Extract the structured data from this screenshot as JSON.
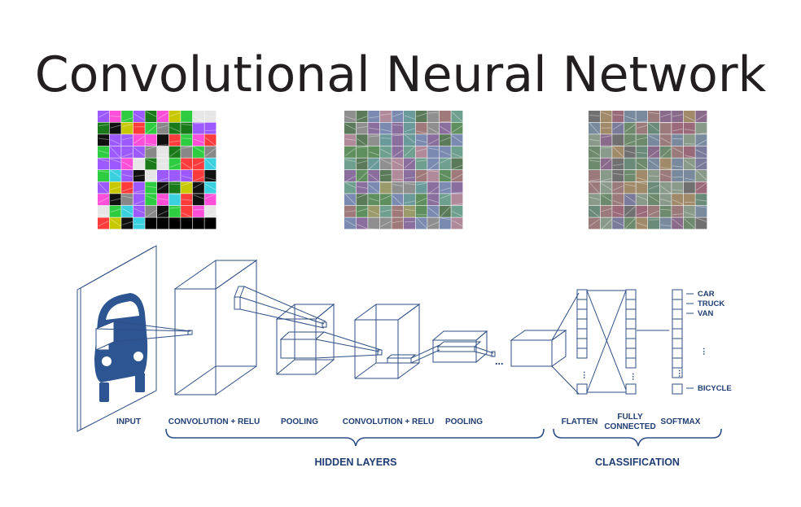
{
  "title": "Convolutional Neural Network",
  "colors": {
    "title": "#231f20",
    "diagram": "#1f3d73",
    "line": "#2f4f86",
    "car": "#2c5591"
  },
  "feature_maps": [
    {
      "name": "low-level-filters",
      "palette": [
        "#2ecc40",
        "#e6e6e6",
        "#ff4fd8",
        "#3ad0e0",
        "#9b59ff",
        "#c8c800",
        "#1a7a1a",
        "#ff3b3b",
        "#888888",
        "#111111"
      ]
    },
    {
      "name": "mid-level-features",
      "palette": [
        "#5f8f5f",
        "#8a6f9e",
        "#6f9f8f",
        "#a07a7a",
        "#7a8ab0",
        "#9a9a6a",
        "#6a9a9a",
        "#8f8f8f",
        "#b08a9a",
        "#5a7a5a"
      ]
    },
    {
      "name": "high-level-features",
      "palette": [
        "#6e8a6e",
        "#9a7a7a",
        "#7a8a9e",
        "#8a6a8a",
        "#6a8a7a",
        "#a08a6a",
        "#7a7a9a",
        "#8a9a8a",
        "#9a6a7a",
        "#707070"
      ]
    }
  ],
  "layers": {
    "input": "INPUT",
    "conv1": "CONVOLUTION + RELU",
    "pool1": "POOLING",
    "conv2": "CONVOLUTION + RELU",
    "pool2": "POOLING",
    "flatten": "FLATTEN",
    "fc_line1": "FULLY",
    "fc_line2": "CONNECTED",
    "softmax": "SOFTMAX"
  },
  "groups": {
    "hidden": "HIDDEN LAYERS",
    "classification": "CLASSIFICATION"
  },
  "classes": [
    "CAR",
    "TRUCK",
    "VAN",
    "BICYCLE"
  ],
  "ellipsis": "...",
  "vdots": "⋮"
}
